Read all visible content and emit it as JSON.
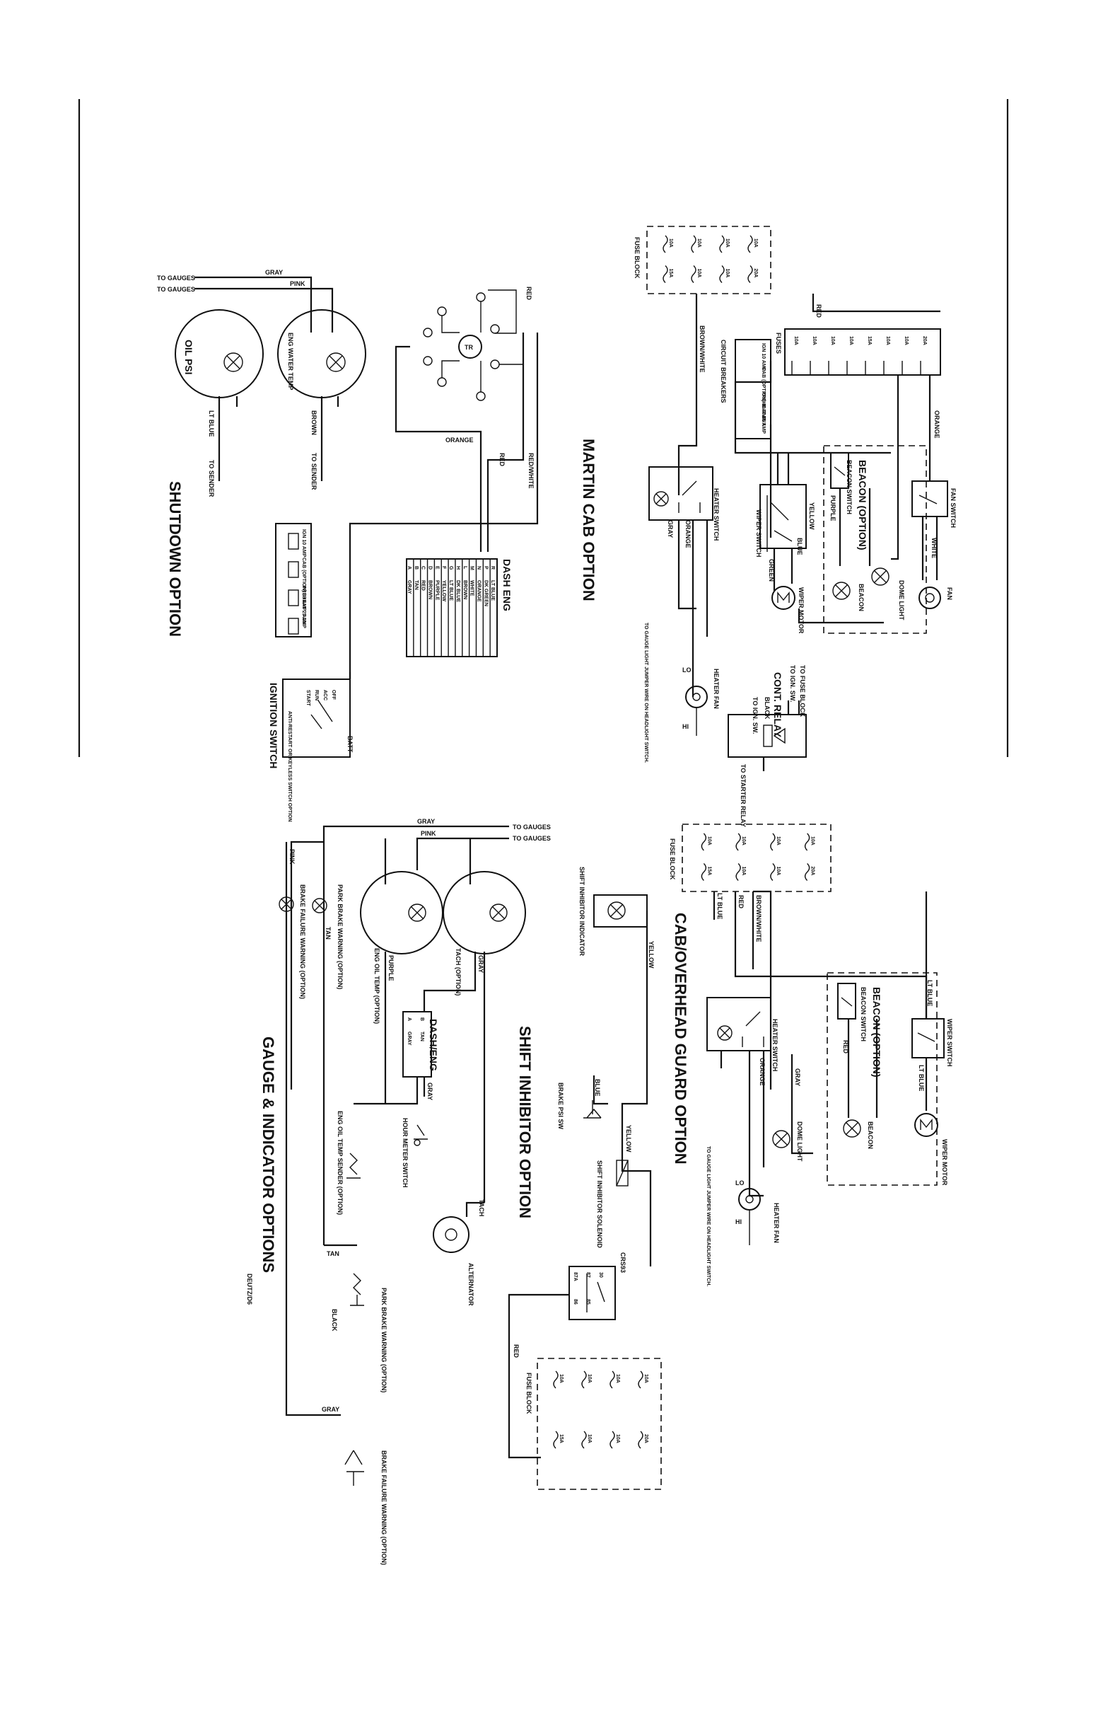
{
  "titles": {
    "shutdown": "SHUTDOWN OPTION",
    "martin_cab": "MARTIN CAB OPTION",
    "cab_overhead": "CAB/OVERHEAD GUARD OPTION",
    "shift_inhibitor": "SHIFT INHIBITOR OPTION",
    "gauge_indicator": "GAUGE & INDICATOR OPTIONS"
  },
  "code": "DEUTZ/D6",
  "shutdown": {
    "to_gauges": "TO GAUGES",
    "gray": "GRAY",
    "pink": "PINK",
    "oil_psi": "OIL PSI",
    "eng_water_temp": "ENG WATER TEMP",
    "brown": "BROWN",
    "lt_blue": "LT BLUE",
    "to_sender": "TO SENDER",
    "orange": "ORANGE",
    "red": "RED",
    "red_white": "RED/WHITE",
    "tr": "TR",
    "dash_eng": "DASH ENG",
    "dash_rows": [
      {
        "pin": "A",
        "wire": "GRAY"
      },
      {
        "pin": "B",
        "wire": "TAN"
      },
      {
        "pin": "C",
        "wire": "RED"
      },
      {
        "pin": "D",
        "wire": "BROWN"
      },
      {
        "pin": "E",
        "wire": "PURPLE"
      },
      {
        "pin": "F",
        "wire": "YELLOW"
      },
      {
        "pin": "G",
        "wire": "LT BLUE"
      },
      {
        "pin": "H",
        "wire": "DK BLUE"
      },
      {
        "pin": "L",
        "wire": "BROWN"
      },
      {
        "pin": "M",
        "wire": "WHITE"
      },
      {
        "pin": "N",
        "wire": "ORANGE"
      },
      {
        "pin": "P",
        "wire": "DK GREEN"
      },
      {
        "pin": "R",
        "wire": "LT BLUE"
      }
    ],
    "fuses": [
      "IGN 10 AMP",
      "CAB (OPTION) 30 AMP",
      "PREHEAT 25 AMP",
      "AUX"
    ],
    "ignition_switch": "IGNITION SWITCH",
    "ign_positions": [
      "OFF",
      "ACC",
      "RUN",
      "START"
    ],
    "batt": "BATT",
    "ign_note": "ANTI-RESTART OR KEYLESS SWITCH OPTION"
  },
  "martin": {
    "fuse_block": "FUSE BLOCK",
    "fuses": "FUSES",
    "circuit_breakers": "CIRCUIT BREAKERS",
    "breaker_labels": [
      "IGN 10 AMP",
      "CAB (OPTION) 30 AMP",
      "PREHEAT 25 AMP",
      "AUX"
    ],
    "fuse_ratings": [
      "10A",
      "10A",
      "10A",
      "10A",
      "15A",
      "10A",
      "10A",
      "20A"
    ],
    "red": "RED",
    "brown_white": "BROWN/WHITE",
    "heater_switch": "HEATER SWITCH",
    "gray": "GRAY",
    "orange": "ORANGE",
    "wiper_switch": "WIPER SWITCH",
    "wiper_motor": "WIPER MOTOR",
    "yellow": "YELLOW",
    "blue": "BLUE",
    "green": "GREEN",
    "beacon_option": "BEACON (OPTION)",
    "beacon_switch": "BEACON SWITCH",
    "purple": "PURPLE",
    "beacon": "BEACON",
    "dome_light": "DOME LIGHT",
    "fan_switch": "FAN SWITCH",
    "fan": "FAN",
    "white": "WHITE",
    "heater_fan": "HEATER FAN",
    "lo": "LO",
    "hi": "HI",
    "gauge_note": "TO GAUGE LIGHT JUMPER WIRE ON HEADLIGHT SWITCH.",
    "cont_relay": "CONT. RELAY",
    "to_fuse_block": "TO FUSE BLOCK",
    "to_ign_sw": "TO IGN. SW.",
    "black": "BLACK",
    "to_starter_relay": "TO STARTER RELAY"
  },
  "cab_overhead": {
    "fuse_block": "FUSE BLOCK",
    "fuse_ratings": [
      "10A",
      "10A",
      "10A",
      "10A",
      "15A",
      "10A",
      "10A",
      "20A"
    ],
    "red": "RED",
    "brown_white": "BROWN/WHITE",
    "lt_blue": "LT BLUE",
    "heater_switch": "HEATER SWITCH",
    "orange": "ORANGE",
    "gray": "GRAY",
    "beacon_option": "BEACON (OPTION)",
    "beacon_switch": "BEACON SWITCH",
    "beacon": "BEACON",
    "dome_light": "DOME LIGHT",
    "wiper_switch": "WIPER SWITCH",
    "wiper_motor": "WIPER MOTOR",
    "heater_fan": "HEATER FAN",
    "lo": "LO",
    "hi": "HI",
    "gauge_note": "TO GAUGE LIGHT JUMPER WIRE ON HEADLIGHT SWITCH."
  },
  "shift": {
    "indicator": "SHIFT INHIBITOR INDICATOR",
    "yellow": "YELLOW",
    "blue": "BLUE",
    "brake_psi_sw": "BRAKE PSI SW",
    "solenoid": "SHIFT INHIBITOR SOLENOID",
    "crs93": "CRS93",
    "red": "RED",
    "fuse_block": "FUSE BLOCK",
    "relay_pins": [
      "87A",
      "87",
      "30",
      "86",
      "85"
    ]
  },
  "gauge": {
    "to_gauges": "TO GAUGES",
    "gray": "GRAY",
    "pink": "PINK",
    "tach": "TACH (OPTION)",
    "eng_oil_temp": "ENG OIL TEMP (OPTION)",
    "purple": "PURPLE",
    "dash_eng": "DASH/ENG",
    "dash_rows": [
      {
        "pin": "A",
        "wire": "GRAY"
      },
      {
        "pin": "B",
        "wire": "TAN"
      }
    ],
    "hour_meter": "HOUR METER SWITCH",
    "oil_temp_sender": "ENG OIL TEMP SENDER (OPTION)",
    "tach_label": "TACH",
    "alternator": "ALTERNATOR",
    "park_brake_option": "PARK BRAKE WARNING (OPTION)",
    "brake_failure_option": "BRAKE FAILURE WARNING (OPTION)",
    "tan": "TAN",
    "black": "BLACK",
    "park_brake": "PARK BRAKE WARNING (OPTION)",
    "brake_failure": "BRAKE FAILURE WARNING (OPTION)"
  }
}
